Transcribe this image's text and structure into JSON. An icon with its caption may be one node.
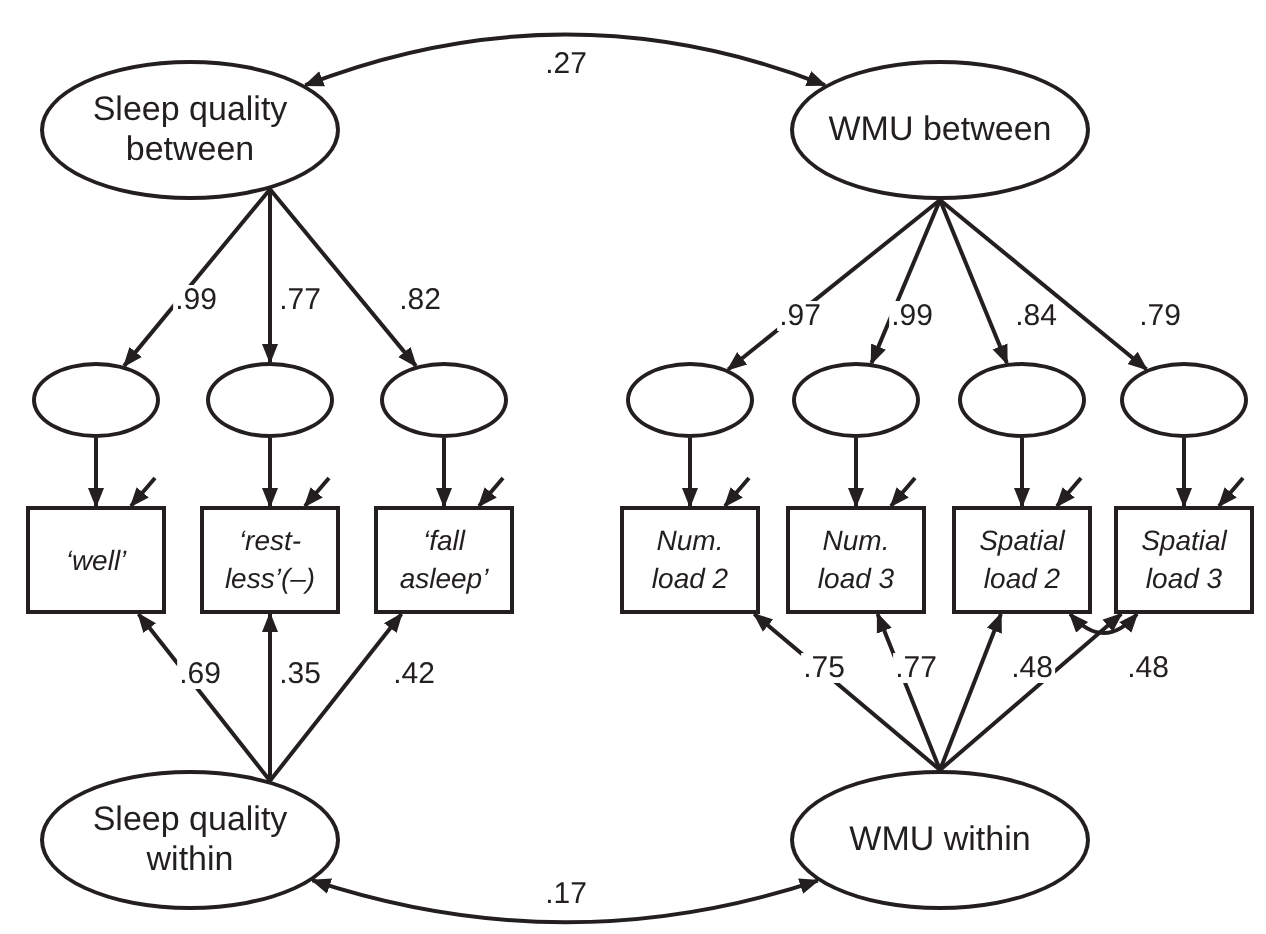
{
  "diagram": {
    "nodes": [
      {
        "text": [
          "Sleep quality between"
        ]
      },
      {
        "text": [
          "WMU between"
        ]
      },
      {
        "text": [],
        "shape": "ellipse"
      },
      {
        "text": [],
        "shape": "ellipse"
      },
      {
        "text": [],
        "shape": "ellipse"
      },
      {
        "text": [],
        "shape": "ellipse"
      },
      {
        "text": [],
        "shape": "ellipse"
      },
      {
        "text": [],
        "shape": "ellipse"
      },
      {
        "text": [],
        "shape": "ellipse"
      },
      {
        "text": [
          "‘well’"
        ]
      },
      {
        "text": [
          "‘rest- less’(–)"
        ]
      },
      {
        "text": [
          "‘fall asleep’"
        ]
      },
      {
        "text": [
          "Num. load 2"
        ]
      },
      {
        "text": [
          "Num. load 3"
        ]
      },
      {
        "text": [
          "Spatial load 2"
        ]
      },
      {
        "text": [
          "Spatial load 3"
        ]
      },
      {
        "text": [
          "Sleep quality within"
        ]
      },
      {
        "text": [
          "WMU within"
        ]
      }
    ],
    "edges": [
      {
        "from": 0,
        "to": 1,
        "arrow": "both",
        "label": ".27"
      },
      {
        "from": 0,
        "to": 2,
        "arrow": "to",
        "label": ".99"
      },
      {
        "from": 0,
        "to": 3,
        "arrow": "to",
        "label": ".77"
      },
      {
        "from": 0,
        "to": 4,
        "arrow": "to",
        "label": ".82"
      },
      {
        "from": 1,
        "to": 5,
        "arrow": "to",
        "label": ".97"
      },
      {
        "from": 1,
        "to": 6,
        "arrow": "to",
        "label": ".99"
      },
      {
        "from": 1,
        "to": 7,
        "arrow": "to",
        "label": ".84"
      },
      {
        "from": 1,
        "to": 8,
        "arrow": "to",
        "label": ".79"
      },
      {
        "from": 2,
        "to": 9,
        "arrow": "to"
      },
      {
        "from": 3,
        "to": 10,
        "arrow": "to"
      },
      {
        "from": 4,
        "to": 11,
        "arrow": "to"
      },
      {
        "from": 5,
        "to": 12,
        "arrow": "to"
      },
      {
        "from": 6,
        "to": 13,
        "arrow": "to"
      },
      {
        "from": 7,
        "to": 14,
        "arrow": "to"
      },
      {
        "from": 8,
        "to": 15,
        "arrow": "to"
      },
      {
        "from": null,
        "to": 9,
        "arrow": "to"
      },
      {
        "from": null,
        "to": 10,
        "arrow": "to"
      },
      {
        "from": null,
        "to": 11,
        "arrow": "to"
      },
      {
        "from": null,
        "to": 12,
        "arrow": "to"
      },
      {
        "from": null,
        "to": 13,
        "arrow": "to"
      },
      {
        "from": null,
        "to": 14,
        "arrow": "to"
      },
      {
        "from": null,
        "to": 15,
        "arrow": "to"
      },
      {
        "from": 16,
        "to": 9,
        "arrow": "to",
        "label": ".69"
      },
      {
        "from": 16,
        "to": 10,
        "arrow": "to",
        "label": ".35"
      },
      {
        "from": 16,
        "to": 11,
        "arrow": "to",
        "label": ".42"
      },
      {
        "from": 17,
        "to": 12,
        "arrow": "to",
        "label": ".75"
      },
      {
        "from": 17,
        "to": 13,
        "arrow": "to",
        "label": ".77"
      },
      {
        "from": 17,
        "to": 14,
        "arrow": "to",
        "label": ".48"
      },
      {
        "from": 17,
        "to": 15,
        "arrow": "to",
        "label": ".48"
      },
      {
        "from": 14,
        "to": 15,
        "arrow": "both"
      },
      {
        "from": 16,
        "to": 17,
        "arrow": "both",
        "label": ".17"
      }
    ]
  }
}
